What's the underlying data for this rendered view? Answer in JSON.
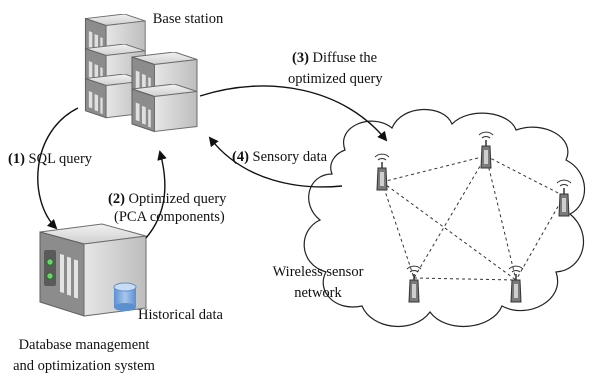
{
  "labels": {
    "base_station": "Base station",
    "step1_num": "(1)",
    "step1_text": " SQL query",
    "step2_num": "(2)",
    "step2_text": " Optimized query",
    "step2_sub": "(PCA components)",
    "step3_num": "(3)",
    "step3_text": " Diffuse the",
    "step3_sub": "optimized query",
    "step4_num": "(4)",
    "step4_text": " Sensory data",
    "historical_data": "Historical data",
    "dbms_line1": "Database management",
    "dbms_line2": "and optimization system",
    "wsn_line1": "Wireless sensor",
    "wsn_line2": "network"
  },
  "icons": {
    "server_rack": "server-rack-icon",
    "database": "database-cylinder-icon",
    "sensor_node": "antenna-sensor-icon",
    "cloud": "cloud-icon"
  },
  "colors": {
    "server_light": "#d9d9d9",
    "server_mid": "#b3b3b3",
    "server_dark": "#7a7a7a",
    "db_blue": "#7fa7d9",
    "line": "#111111"
  }
}
